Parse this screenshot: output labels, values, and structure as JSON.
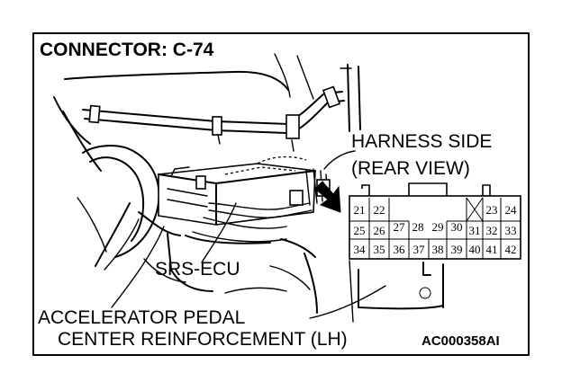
{
  "diagram": {
    "title": "CONNECTOR: C-74",
    "view_label_line1": "HARNESS SIDE",
    "view_label_line2": "(REAR VIEW)",
    "component_label": "SRS-ECU",
    "location_line1": "ACCELERATOR PEDAL",
    "location_line2": "CENTER REINFORCEMENT (LH)",
    "figure_code": "AC000358AI",
    "connector": {
      "row1": [
        "21",
        "22",
        "23",
        "24"
      ],
      "row2": [
        "25",
        "26",
        "27",
        "28",
        "29",
        "30",
        "31",
        "32",
        "33"
      ],
      "row3": [
        "34",
        "35",
        "36",
        "37",
        "38",
        "39",
        "40",
        "41",
        "42"
      ]
    }
  }
}
